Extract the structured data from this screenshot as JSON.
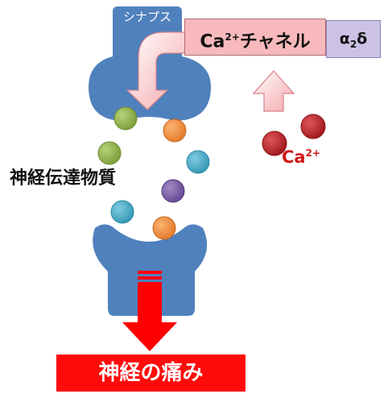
{
  "synapse_label": "シナプス",
  "channel": {
    "prefix": "Ca",
    "superscript": "2+",
    "suffix": "チャネル"
  },
  "subunit": {
    "alpha": "α",
    "subscript": "2",
    "delta": "δ"
  },
  "neurotransmitter_label": "神経伝達物質",
  "calcium_ion": {
    "symbol": "Ca",
    "superscript": "2+"
  },
  "pain_label": "神経の痛み",
  "colors": {
    "neuron": "#4f81bd",
    "channel_fill": "#f7b9bc",
    "subunit_fill": "#ccc2e6",
    "calcium": "#c0282d",
    "pain_arrow": "#ff0000",
    "vesicle_green": "#8fb24a",
    "vesicle_orange": "#f28a38",
    "vesicle_teal": "#4aacc5",
    "vesicle_purple": "#7a5ba3"
  }
}
